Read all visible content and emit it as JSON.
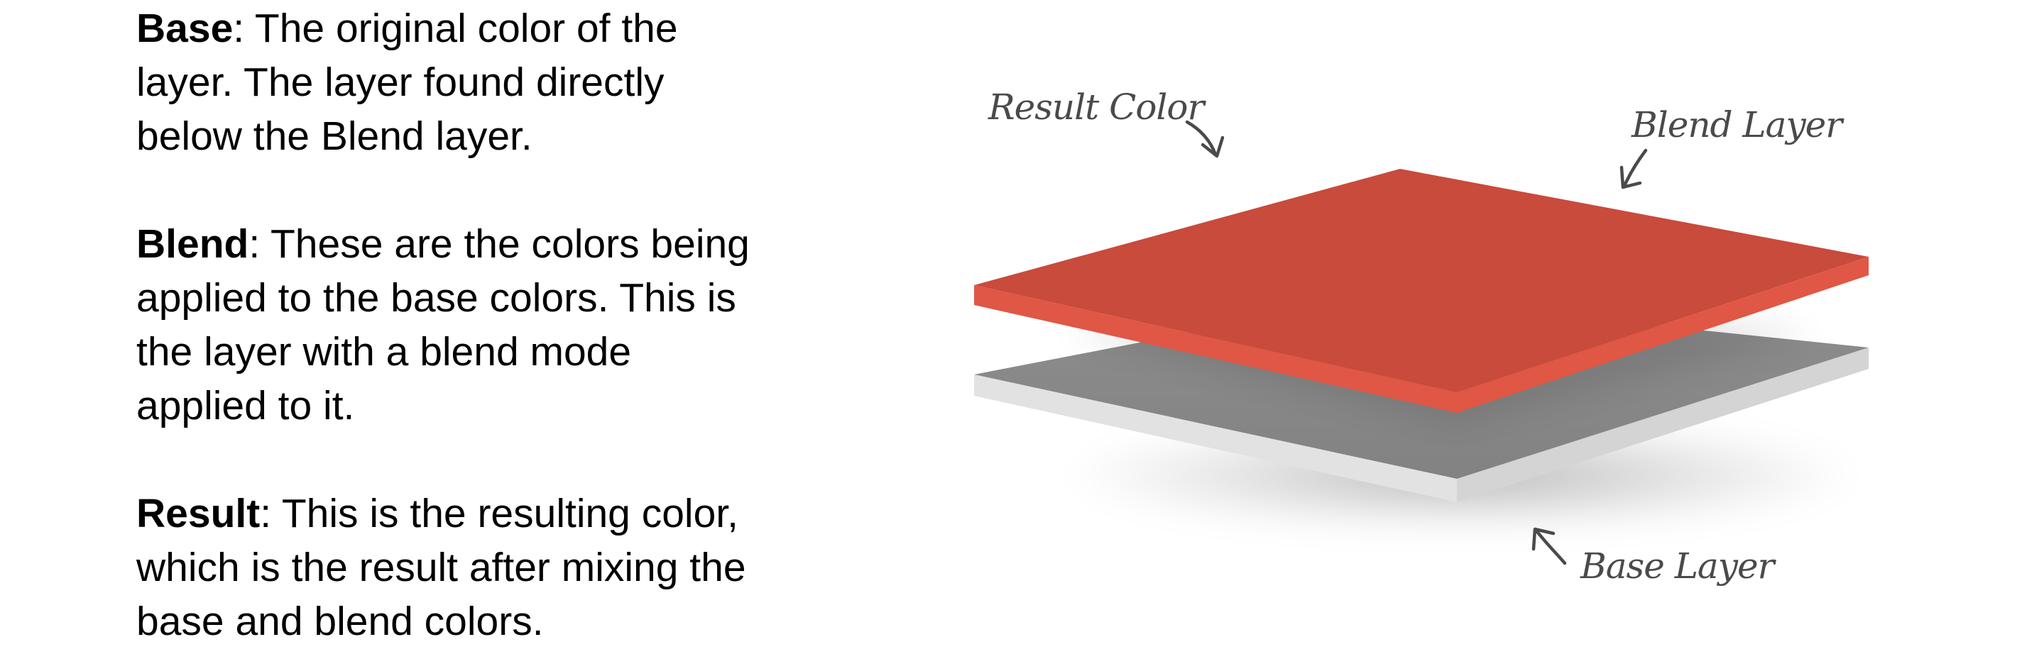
{
  "definitions": [
    {
      "term": "Base",
      "lines": [
        ": The original color of the",
        "layer. The layer found directly",
        "below the Blend layer."
      ]
    },
    {
      "term": "Blend",
      "lines": [
        ": These are the colors being",
        "applied to the base colors. This is",
        "the layer with a blend mode",
        "applied to it."
      ]
    },
    {
      "term": "Result",
      "lines": [
        ": This is the resulting color,",
        "which is the result after mixing the",
        "base and blend colors."
      ]
    }
  ],
  "diagram": {
    "labels": {
      "result_color": "Result Color",
      "blend_layer": "Blend Layer",
      "base_layer": "Base Layer"
    },
    "colors": {
      "blend_top": "#c84b3b",
      "blend_edge": "#e05745",
      "base_top": "#8a8a8a",
      "base_edge": "#e2e2e2",
      "annotation": "#4a4a4a"
    }
  }
}
